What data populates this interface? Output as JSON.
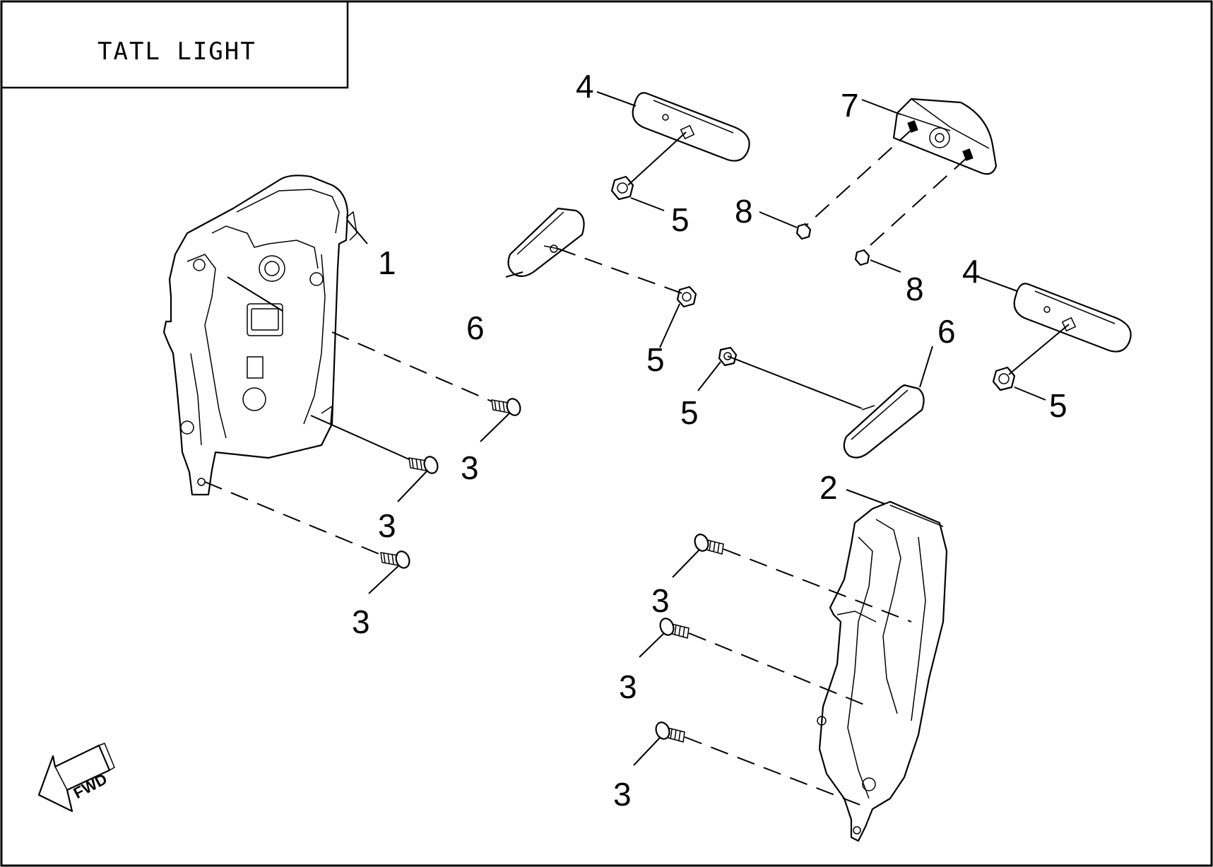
{
  "title": "TATL LIGHT",
  "fwd_label": "FWD",
  "callouts": {
    "c1": "1",
    "c2": "2",
    "c3a": "3",
    "c3b": "3",
    "c3c": "3",
    "c3d": "3",
    "c3e": "3",
    "c3f": "3",
    "c4a": "4",
    "c4b": "4",
    "c5a": "5",
    "c5b": "5",
    "c5c": "5",
    "c5d": "5",
    "c6a": "6",
    "c6b": "6",
    "c7": "7",
    "c8a": "8",
    "c8b": "8"
  }
}
